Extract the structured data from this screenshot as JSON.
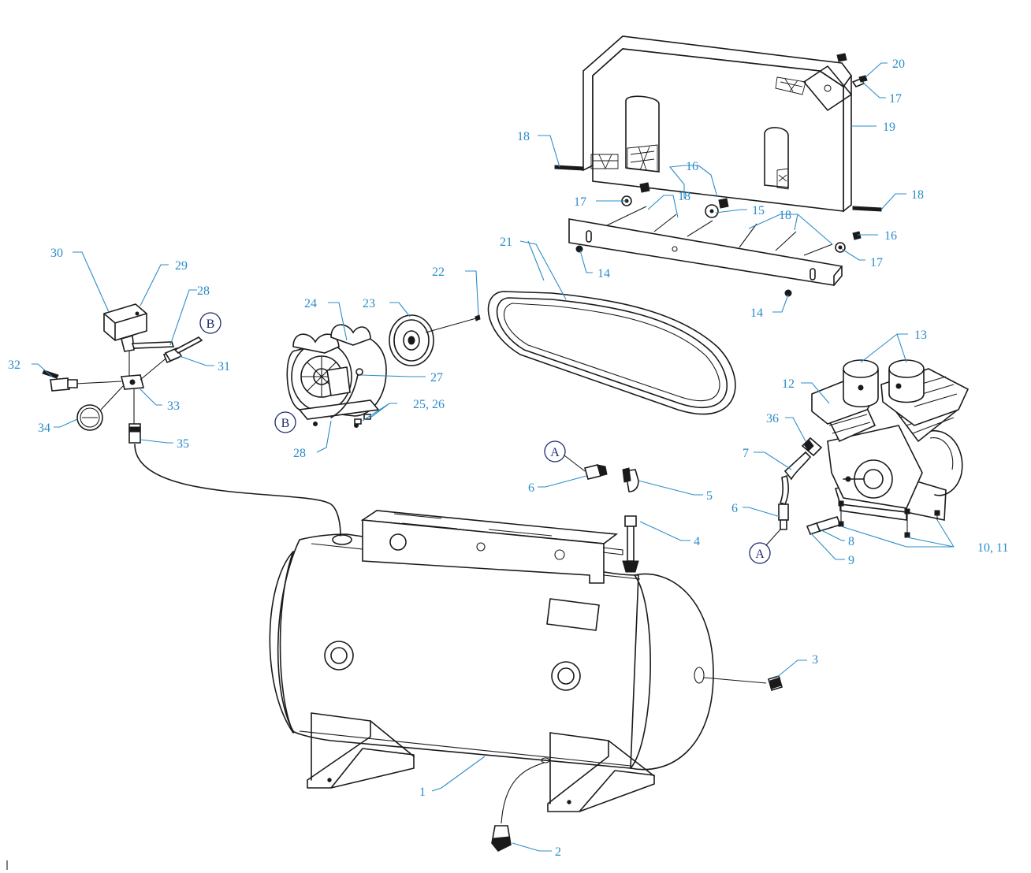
{
  "callouts": [
    {
      "id": "c1",
      "label": "1"
    },
    {
      "id": "c2",
      "label": "2"
    },
    {
      "id": "c3",
      "label": "3"
    },
    {
      "id": "c4",
      "label": "4"
    },
    {
      "id": "c5",
      "label": "5"
    },
    {
      "id": "c6a",
      "label": "6"
    },
    {
      "id": "c6b",
      "label": "6"
    },
    {
      "id": "c7",
      "label": "7"
    },
    {
      "id": "c8",
      "label": "8"
    },
    {
      "id": "c9",
      "label": "9"
    },
    {
      "id": "c1011",
      "label": "10, 11"
    },
    {
      "id": "c12",
      "label": "12"
    },
    {
      "id": "c13",
      "label": "13"
    },
    {
      "id": "c14a",
      "label": "14"
    },
    {
      "id": "c14b",
      "label": "14"
    },
    {
      "id": "c15",
      "label": "15"
    },
    {
      "id": "c16a",
      "label": "16"
    },
    {
      "id": "c16b",
      "label": "16"
    },
    {
      "id": "c17a",
      "label": "17"
    },
    {
      "id": "c17b",
      "label": "17"
    },
    {
      "id": "c17c",
      "label": "17"
    },
    {
      "id": "c18a",
      "label": "18"
    },
    {
      "id": "c18b",
      "label": "18"
    },
    {
      "id": "c18c",
      "label": "18"
    },
    {
      "id": "c18d",
      "label": "18"
    },
    {
      "id": "c19",
      "label": "19"
    },
    {
      "id": "c20",
      "label": "20"
    },
    {
      "id": "c21",
      "label": "21"
    },
    {
      "id": "c22",
      "label": "22"
    },
    {
      "id": "c23",
      "label": "23"
    },
    {
      "id": "c24",
      "label": "24"
    },
    {
      "id": "c2526",
      "label": "25, 26"
    },
    {
      "id": "c27",
      "label": "27"
    },
    {
      "id": "c28a",
      "label": "28"
    },
    {
      "id": "c28b",
      "label": "28"
    },
    {
      "id": "c29",
      "label": "29"
    },
    {
      "id": "c30",
      "label": "30"
    },
    {
      "id": "c31",
      "label": "31"
    },
    {
      "id": "c32",
      "label": "32"
    },
    {
      "id": "c33",
      "label": "33"
    },
    {
      "id": "c34",
      "label": "34"
    },
    {
      "id": "c35",
      "label": "35"
    },
    {
      "id": "c36",
      "label": "36"
    }
  ],
  "connectors": [
    {
      "id": "connA1",
      "label": "A"
    },
    {
      "id": "connA2",
      "label": "A"
    },
    {
      "id": "connB1",
      "label": "B"
    },
    {
      "id": "connB2",
      "label": "B"
    }
  ],
  "colors": {
    "callout": "#2b8cc8",
    "connector": "#1f2a6b",
    "linework": "#1a1a1a"
  }
}
